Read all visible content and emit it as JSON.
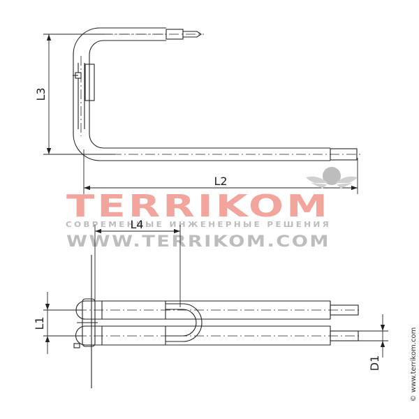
{
  "dimensions": {
    "l3": "L3",
    "l2": "L2",
    "l4": "L4",
    "l1": "L1",
    "d1": "D1"
  },
  "watermark": {
    "logo": "TERRIKOM",
    "tagline": "СОВРЕМЕННЫЕ ИНЖЕНЕРНЫЕ РЕШЕНИЯ",
    "url": "WWW.TERRIKOM.COM",
    "colors": {
      "logo": "#f2a59c",
      "text": "#bdbdbd"
    }
  },
  "copyright": "© www.terrikom.com"
}
